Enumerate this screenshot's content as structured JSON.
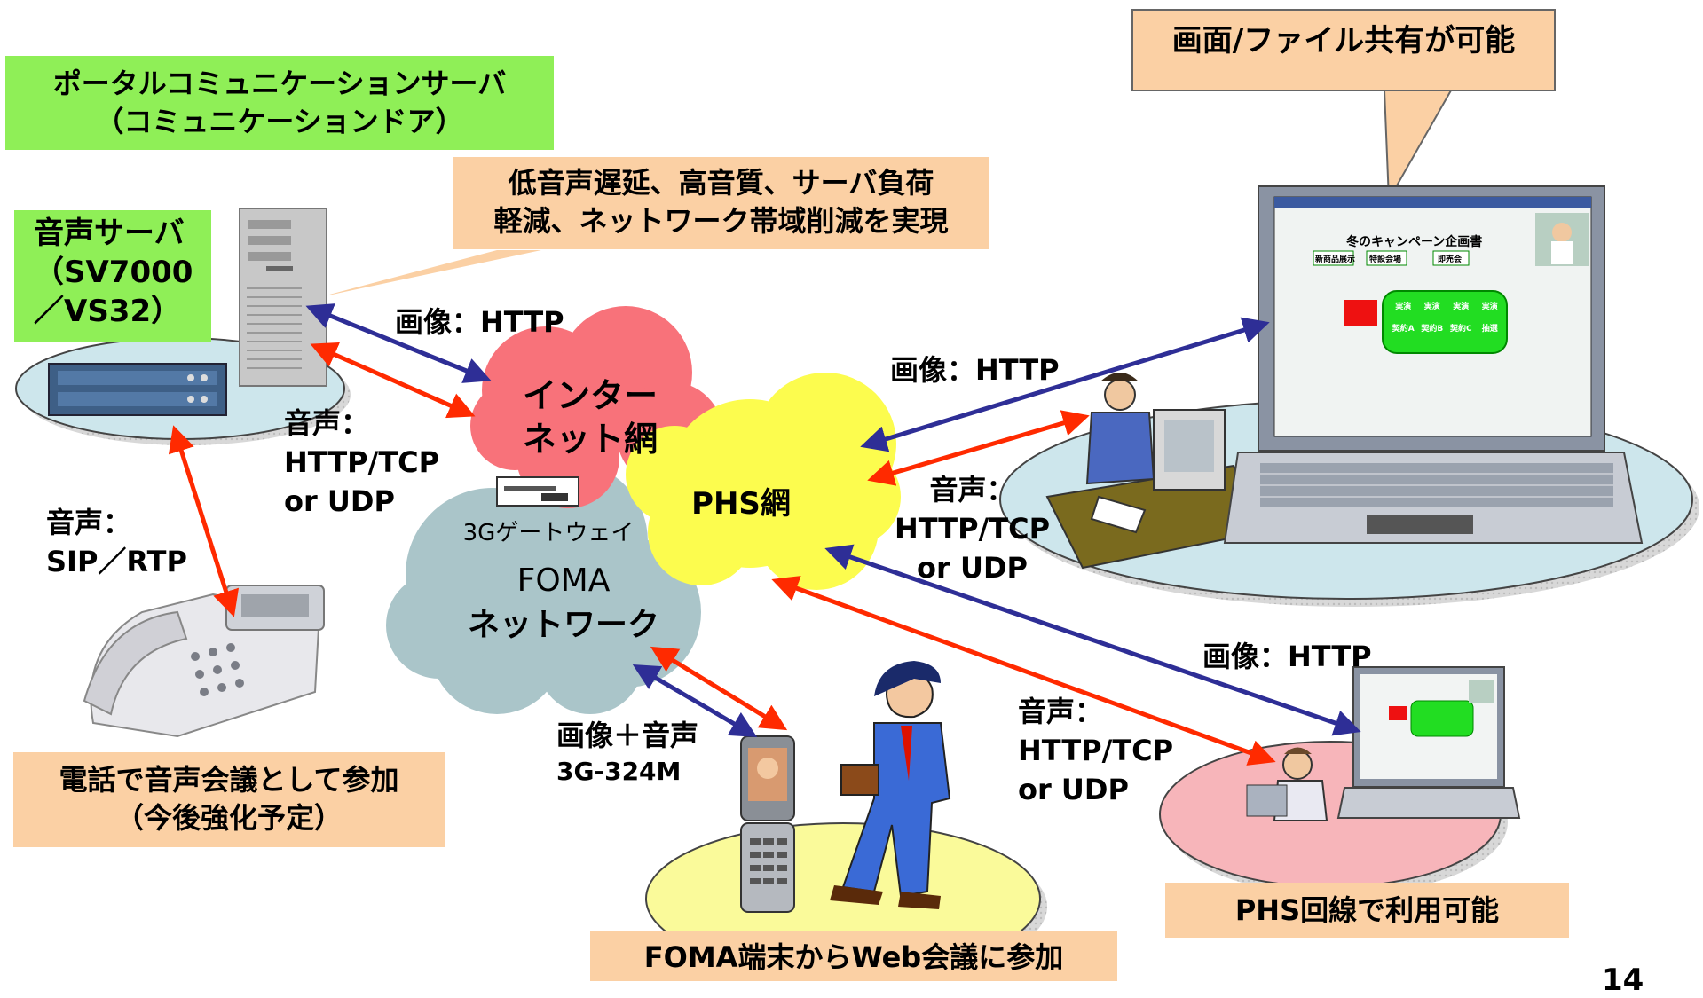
{
  "callouts": {
    "portal_server": [
      "ポータルコミュニケーションサーバ",
      "（コミュニケーションドア）"
    ],
    "voice_server": [
      "音声サーバ",
      "（SV7000",
      "／VS32）"
    ],
    "low_latency": [
      "低音声遅延、高音質、サーバ負荷",
      "軽減、ネットワーク帯域削減を実現"
    ],
    "screen_share": "画面/ファイル共有が可能",
    "phone_conf": [
      "電話で音声会議として参加",
      "（今後強化予定）"
    ],
    "phs_line": "PHS回線で利用可能",
    "foma_web": "FOMA端末からWeb会議に参加"
  },
  "clouds": {
    "internet": [
      "インター",
      "ネット網"
    ],
    "phs": "PHS網",
    "foma": [
      "FOMA",
      "ネットワーク"
    ],
    "gateway": "3Gゲートウェイ"
  },
  "labels": {
    "img_http_1": "画像：HTTP",
    "voice_tcp_1": [
      "音声：",
      "HTTP/TCP",
      "or UDP"
    ],
    "voice_sip": [
      "音声：",
      "SIP／RTP"
    ],
    "img_http_2": "画像：HTTP",
    "voice_tcp_2": [
      "音声：",
      "HTTP/TCP",
      "or UDP"
    ],
    "img_http_3": "画像：HTTP",
    "voice_tcp_3": [
      "音声：",
      "HTTP/TCP",
      "or UDP"
    ],
    "img_voice_3g": [
      "画像＋音声",
      "3G-324M"
    ]
  },
  "laptop_screen": {
    "title": "冬のキャンペーン企画書",
    "tags": [
      "新商品展示",
      "特設会場",
      "即売会"
    ],
    "cells": [
      "実演",
      "実演",
      "実演",
      "実演",
      "契約A",
      "契約B",
      "契約C",
      "抽選"
    ]
  },
  "page_number": "14",
  "colors": {
    "orange_box": "#fbd0a4",
    "green_box": "#8fef57",
    "arrow_blue": "#2e2e96",
    "arrow_red": "#ff2a00",
    "cloud_internet": "#f8727a",
    "cloud_phs": "#fcfc4e",
    "cloud_foma": "#aac5c9",
    "ellipse_blue": "#cde6ec",
    "ellipse_yellow": "#fafa9a",
    "ellipse_pink": "#f7b5ba"
  }
}
